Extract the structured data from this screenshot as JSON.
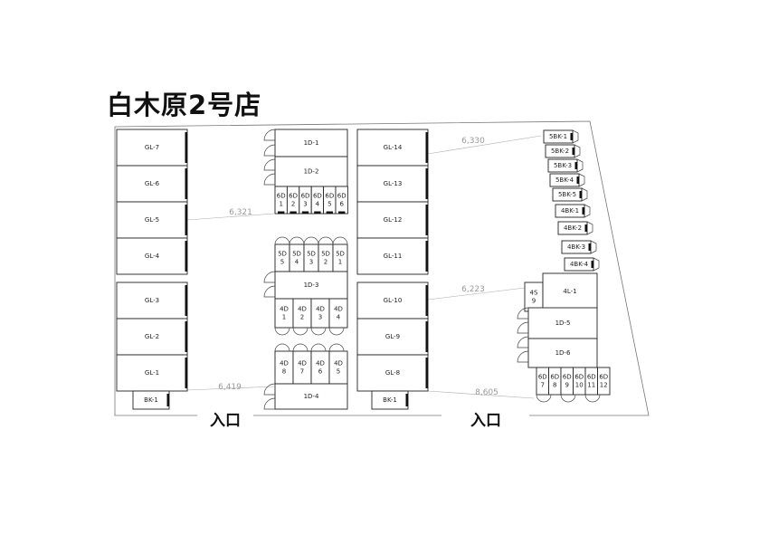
{
  "title": "白木原2号店",
  "entrance_label": "入口",
  "dimensions": [
    "6,321",
    "6,419",
    "6,330",
    "6,223",
    "8,605"
  ],
  "units": {
    "gl_left": [
      "GL-7",
      "GL-6",
      "GL-5",
      "GL-4",
      "GL-3",
      "GL-2",
      "GL-1"
    ],
    "gl_right": [
      "GL-14",
      "GL-13",
      "GL-12",
      "GL-11",
      "GL-10",
      "GL-9",
      "GL-8"
    ],
    "bk": [
      "BK-1",
      "BK-1"
    ],
    "one_d_center": [
      "1D-1",
      "1D-2",
      "1D-3",
      "1D-4"
    ],
    "six_d_top": [
      [
        "6D",
        "1"
      ],
      [
        "6D",
        "2"
      ],
      [
        "6D",
        "3"
      ],
      [
        "6D",
        "4"
      ],
      [
        "6D",
        "5"
      ],
      [
        "6D",
        "6"
      ]
    ],
    "five_d": [
      [
        "5D",
        "5"
      ],
      [
        "5D",
        "4"
      ],
      [
        "5D",
        "3"
      ],
      [
        "5D",
        "2"
      ],
      [
        "5D",
        "1"
      ]
    ],
    "four_d_upper": [
      [
        "4D",
        "1"
      ],
      [
        "4D",
        "2"
      ],
      [
        "4D",
        "3"
      ],
      [
        "4D",
        "4"
      ]
    ],
    "four_d_lower": [
      [
        "4D",
        "8"
      ],
      [
        "4D",
        "7"
      ],
      [
        "4D",
        "6"
      ],
      [
        "4D",
        "5"
      ]
    ],
    "diagonal": [
      "5BK-1",
      "5BK-2",
      "5BK-3",
      "5BK-4",
      "5BK-5",
      "4BK-1",
      "4BK-2",
      "4BK-3",
      "4BK-4"
    ],
    "right_block": {
      "four_s": [
        "4S",
        "9"
      ],
      "four_l": "4L-1",
      "one_d": [
        "1D-5",
        "1D-6"
      ],
      "six_d": [
        [
          "6D",
          "7"
        ],
        [
          "6D",
          "8"
        ],
        [
          "6D",
          "9"
        ],
        [
          "6D",
          "10"
        ],
        [
          "6D",
          "11"
        ],
        [
          "6D",
          "12"
        ]
      ]
    }
  }
}
